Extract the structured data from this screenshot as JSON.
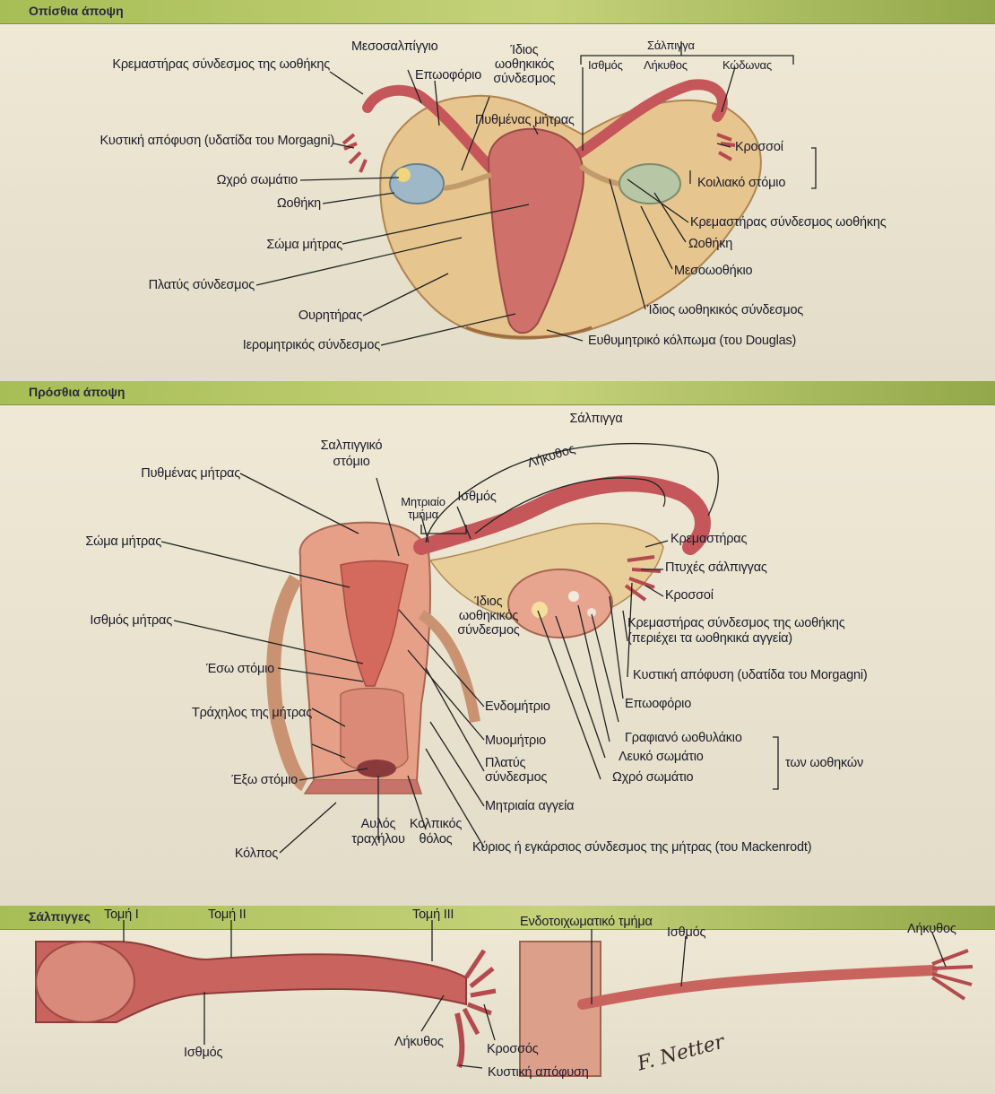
{
  "sections": {
    "posterior": {
      "title": "Οπίσθια άποψη"
    },
    "anterior": {
      "title": "Πρόσθια άποψη"
    },
    "tubes": {
      "title": "Σάλπιγγες"
    }
  },
  "posterior": {
    "suspensory_ligament": "Κρεμαστήρας σύνδεσμος της ωοθήκης",
    "vesicular_appendix": "Κυστική απόφυση (υδατίδα του Morgagni)",
    "corpus_luteum": "Ωχρό σωμάτιο",
    "ovary": "Ωοθήκη",
    "uterine_body": "Σώμα μήτρας",
    "broad_ligament": "Πλατύς σύνδεσμος",
    "ureter": "Ουρητήρας",
    "uterosacral_ligament": "Ιερομητρικός σύνδεσμος",
    "mesosalpinx": "Μεσοσαλπίγγιο",
    "epoophoron": "Επωοφόριο",
    "ovarian_ligament_a": "Ίδιος",
    "ovarian_ligament_b": "ωοθηκικός",
    "ovarian_ligament_c": "σύνδεσμος",
    "fundus": "Πυθμένας μήτρας",
    "tube_header": "Σάλπιγγα",
    "isthmus": "Ισθμός",
    "ampulla": "Λήκυθος",
    "infundibulum": "Κώδωνας",
    "fimbriae": "Κροσσοί",
    "abdominal_ostium": "Κοιλιακό στόμιο",
    "suspensory_ligament_r": "Κρεμαστήρας σύνδεσμος ωοθήκης",
    "ovary_r": "Ωοθήκη",
    "mesovarium": "Μεσοωοθήκιο",
    "ovarian_ligament_r": "Ίδιος ωοθηκικός σύνδεσμος",
    "rectouterine_pouch": "Ευθυμητρικό κόλπωμα (του Douglas)"
  },
  "anterior": {
    "tube_header": "Σάλπιγγα",
    "ampulla": "Λήκυθος",
    "isthmus": "Ισθμός",
    "uterine_part_a": "Μητριαίο",
    "uterine_part_b": "τμήμα",
    "tubal_ostium_a": "Σαλπιγγικό",
    "tubal_ostium_b": "στόμιο",
    "fundus": "Πυθμένας μήτρας",
    "uterine_body": "Σώμα μήτρας",
    "uterine_isthmus": "Ισθμός μήτρας",
    "internal_os": "Έσω στόμιο",
    "cervix": "Τράχηλος της μήτρας",
    "external_os": "Έξω στόμιο",
    "vagina": "Κόλπος",
    "cervical_canal_a": "Αυλός",
    "cervical_canal_b": "τραχήλου",
    "vaginal_fornix_a": "Κολπικός",
    "vaginal_fornix_b": "θόλος",
    "cardinal_ligament": "Κύριος ή εγκάρσιος σύνδεσμος της μήτρας (του Mackenrodt)",
    "uterine_vessels": "Μητριαία αγγεία",
    "broad_ligament_a": "Πλατύς",
    "broad_ligament_b": "σύνδεσμος",
    "myometrium": "Μυομήτριο",
    "endometrium": "Ενδομήτριο",
    "ovarian_ligament_a": "Ίδιος",
    "ovarian_ligament_b": "ωοθηκικός",
    "ovarian_ligament_c": "σύνδεσμος",
    "suspensory": "Κρεμαστήρας",
    "tubal_folds": "Πτυχές σάλπιγγας",
    "fimbriae": "Κροσσοί",
    "suspensory_ligament_a": "Κρεμαστήρας σύνδεσμος της ωοθήκης",
    "suspensory_ligament_b": "(περιέχει τα ωοθηκικά αγγεία)",
    "vesicular_appendix": "Κυστική απόφυση (υδατίδα του Morgagni)",
    "epoophoron": "Επωοφόριο",
    "graafian_follicle": "Γραφιανό ωοθυλάκιο",
    "corpus_albicans": "Λευκό σωμάτιο",
    "corpus_luteum": "Ωχρό σωμάτιο",
    "of_ovaries": "των ωοθηκών"
  },
  "tubes": {
    "section_1": "Τομή Ι",
    "section_2": "Τομή ΙΙ",
    "section_3": "Τομή ΙΙΙ",
    "isthmus": "Ισθμός",
    "ampulla": "Λήκυθος",
    "fimbria": "Κροσσός",
    "vesicular_appendix": "Κυστική απόφυση",
    "intramural_part": "Ενδοτοιχωματικό τμήμα",
    "isthmus_r": "Ισθμός",
    "ampulla_r": "Λήκυθος",
    "signature": "F. Netter"
  }
}
